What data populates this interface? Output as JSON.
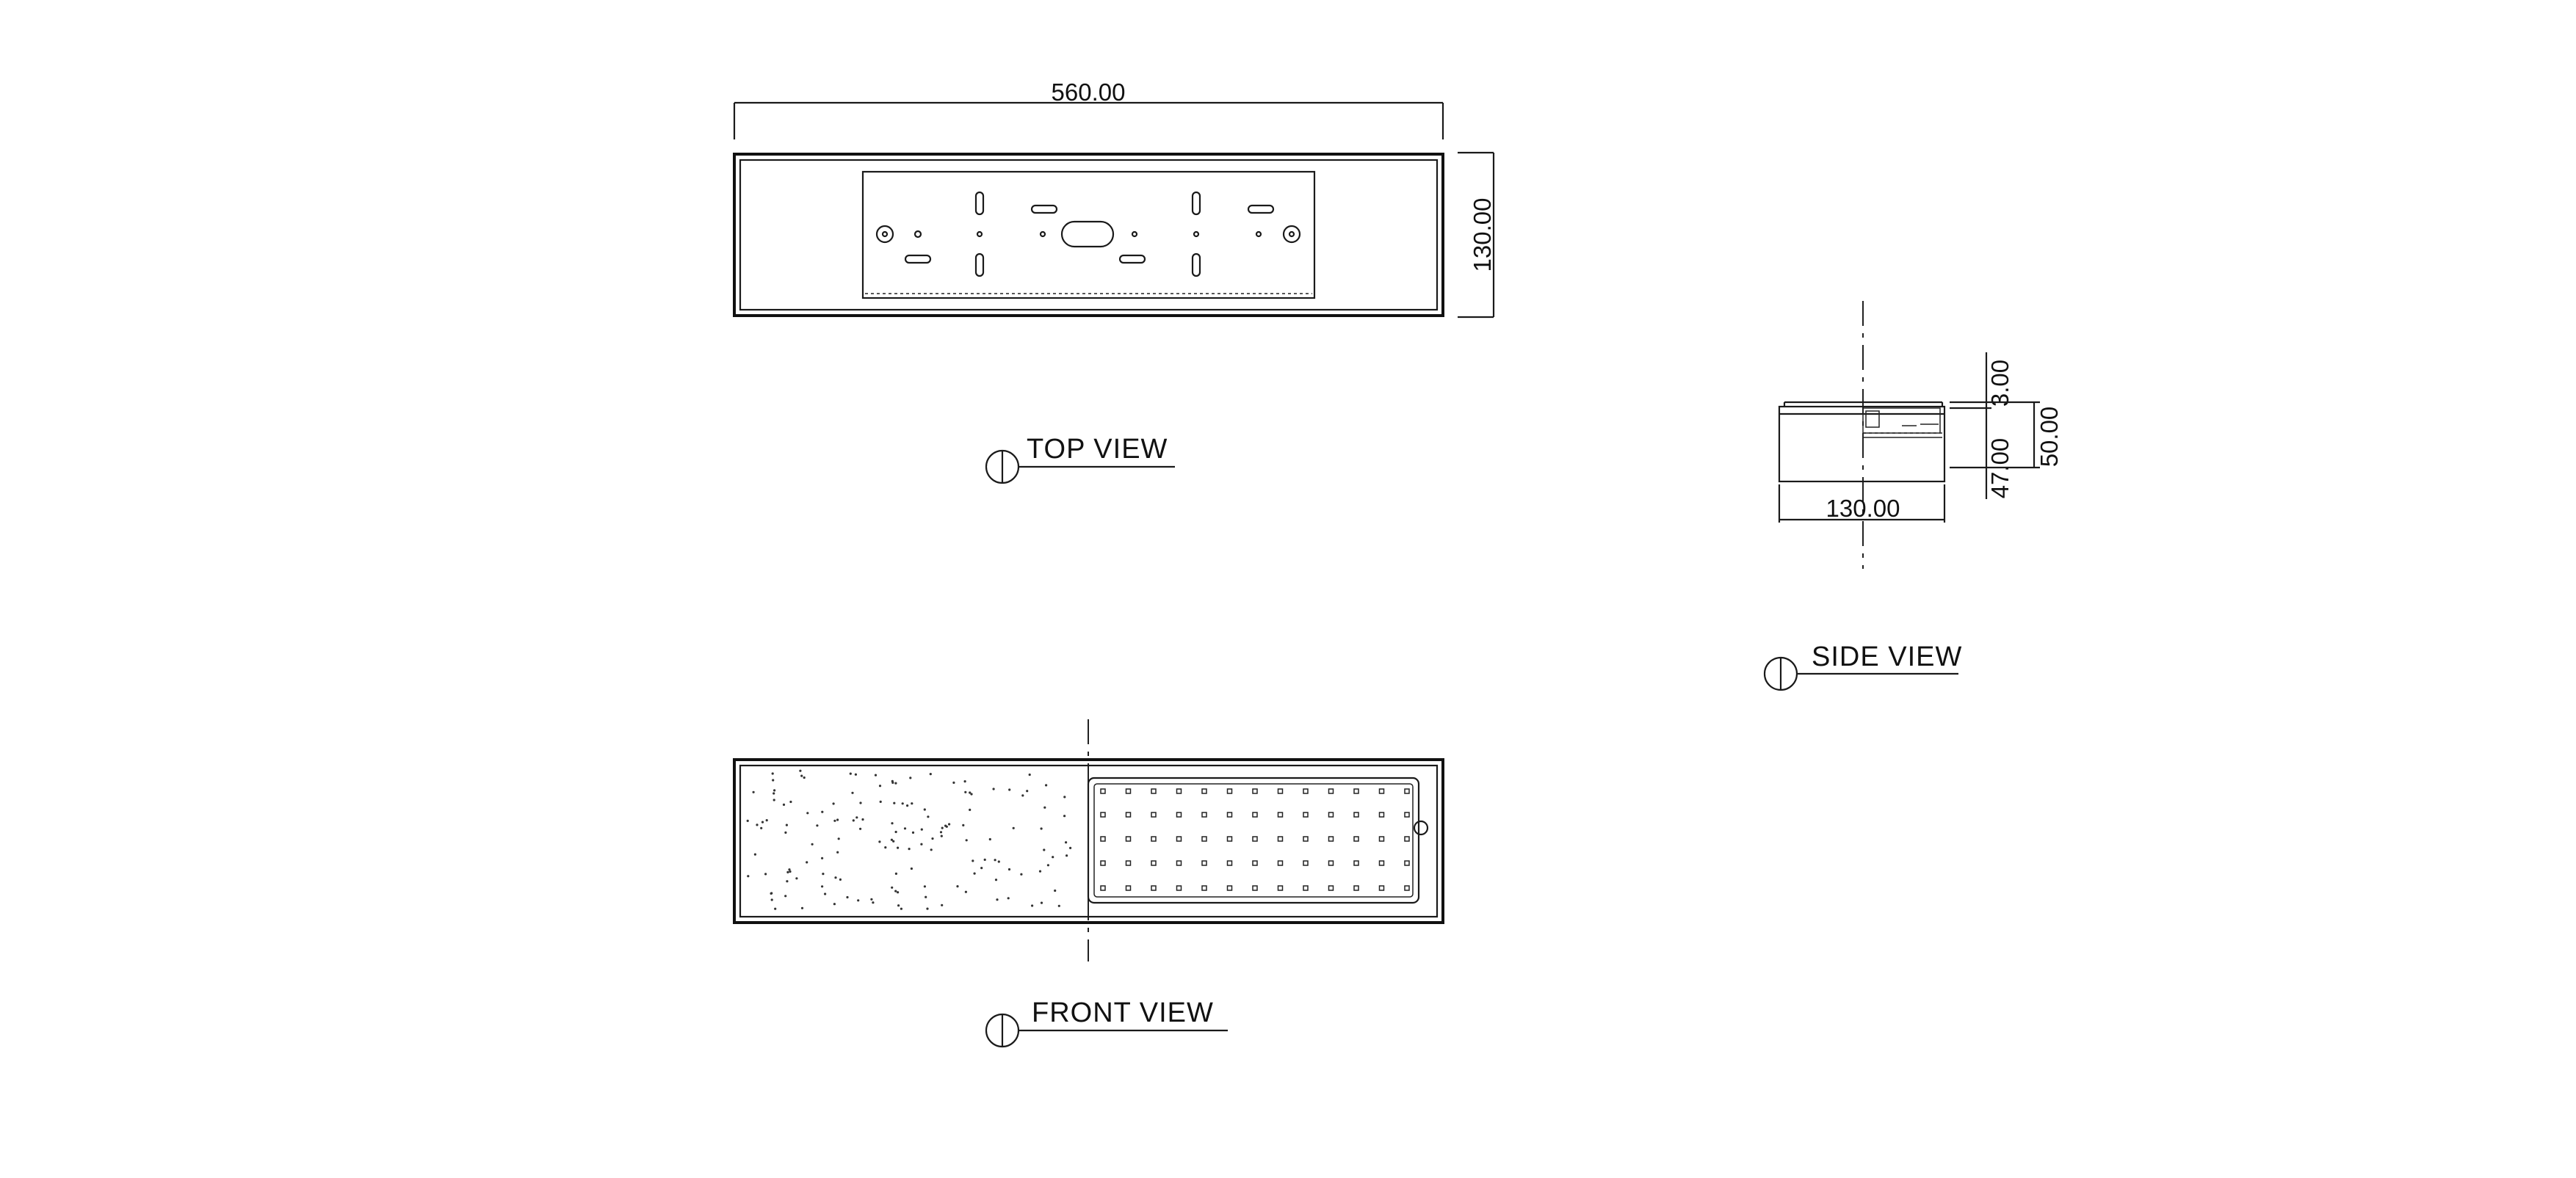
{
  "views": {
    "top": {
      "title": "TOP VIEW",
      "width_dim": "560.00",
      "height_dim": "130.00"
    },
    "side": {
      "title": "SIDE VIEW",
      "width_dim": "130.00",
      "dim_top": "3.00",
      "dim_body": "47.00",
      "dim_total": "50.00"
    },
    "front": {
      "title": "FRONT VIEW"
    }
  },
  "colors": {
    "line": "#1a1a1a",
    "background": "#ffffff"
  }
}
